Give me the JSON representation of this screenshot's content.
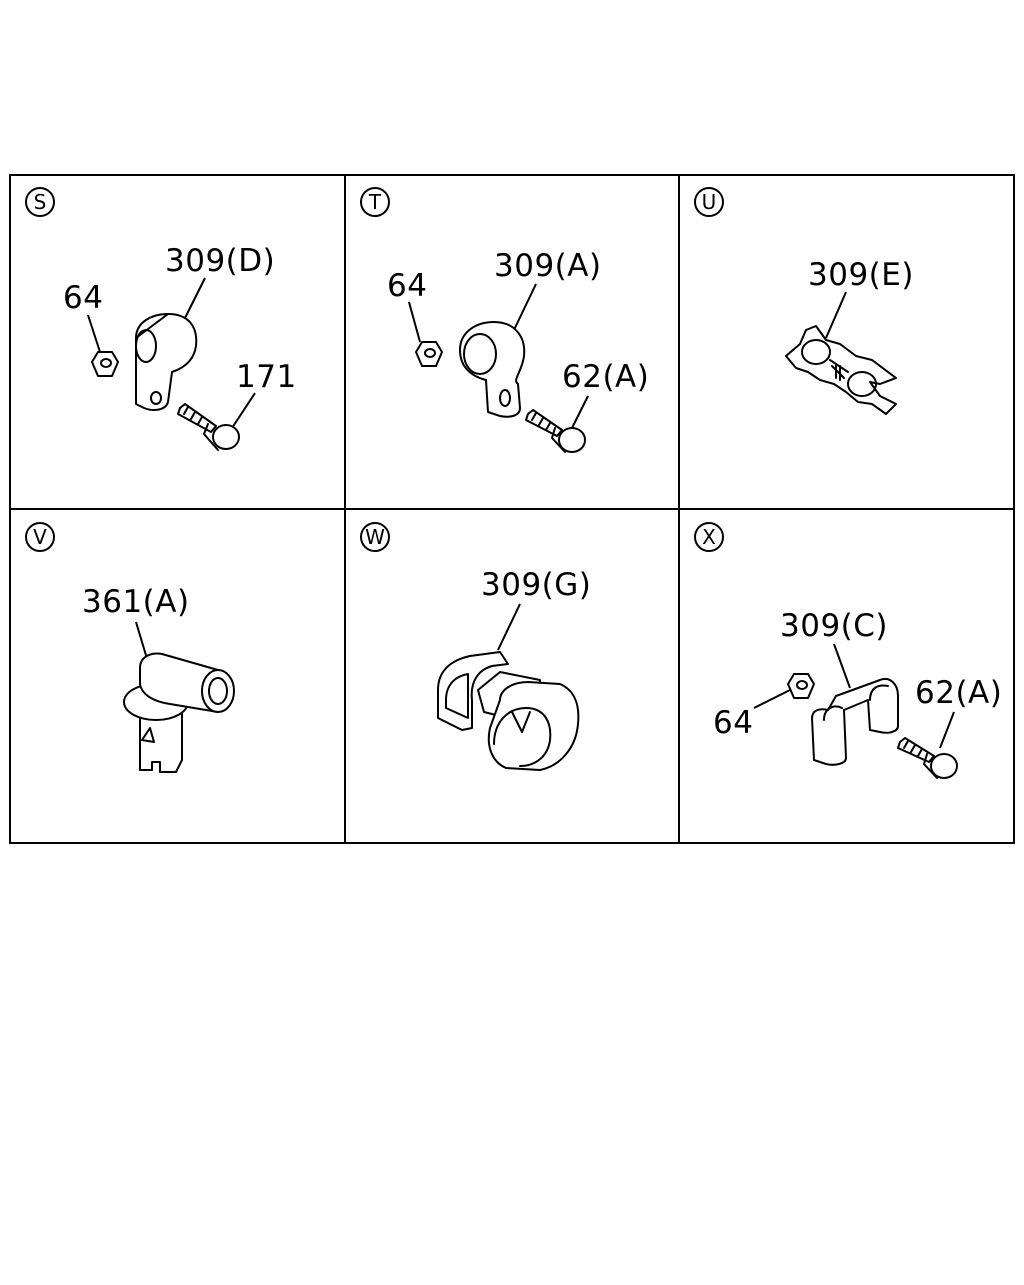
{
  "panels": [
    {
      "id": "S",
      "labels": [
        "309(D)",
        "64",
        "171"
      ]
    },
    {
      "id": "T",
      "labels": [
        "309(A)",
        "64",
        "62(A)"
      ]
    },
    {
      "id": "U",
      "labels": [
        "309(E)"
      ]
    },
    {
      "id": "V",
      "labels": [
        "361(A)"
      ]
    },
    {
      "id": "W",
      "labels": [
        "309(G)"
      ]
    },
    {
      "id": "X",
      "labels": [
        "309(C)",
        "62(A)",
        "64"
      ]
    }
  ],
  "colors": {
    "line": "#000000",
    "background": "#ffffff"
  }
}
